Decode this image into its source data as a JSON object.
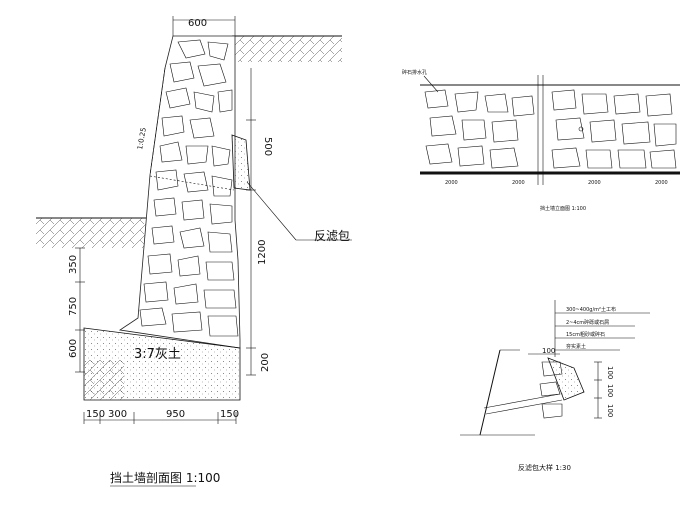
{
  "main_section": {
    "title": "挡土墙剖面图  1:100",
    "top_width": "600",
    "slope": "1:0.25",
    "filter_label": "反滤包",
    "fill_label": "3:7灰土",
    "right_dims": [
      "500",
      "1200",
      "200"
    ],
    "left_dims": [
      "350",
      "750",
      "600"
    ],
    "bottom_dims": [
      "150",
      "300",
      "950",
      "150"
    ]
  },
  "elevation": {
    "label_top": "碎石排水孔",
    "caption": "挡土墙立面图  1:100",
    "bottom_marks": [
      "2000",
      "2000",
      "2000",
      "2000"
    ]
  },
  "detail": {
    "title": "反滤包大样  1:30",
    "layers": [
      "300~400g/m²土工布",
      "2~4cm碎砾或石屑",
      "15cm粗砂或碎石",
      "夯实素土"
    ],
    "dims": [
      "100",
      "100",
      "100",
      "100"
    ]
  }
}
